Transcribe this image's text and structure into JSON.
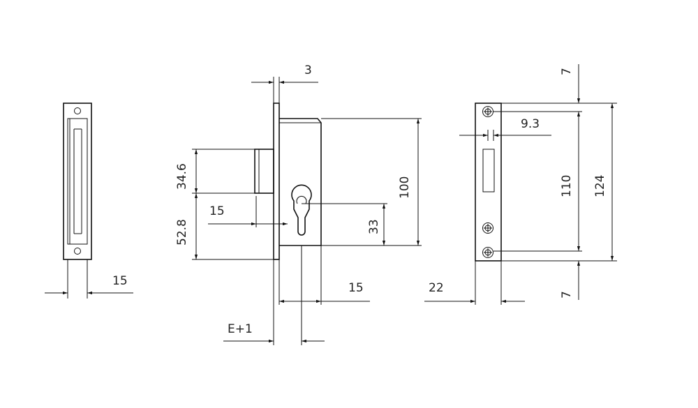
{
  "labels": {
    "left_width": "15",
    "faceplate_thickness": "3",
    "upper_height": "34.6",
    "lower_height": "52.8",
    "cylinder_offset": "15",
    "body_height": "100",
    "cylinder_height": "33",
    "body_depth": "15",
    "backset": "E+1",
    "screw_offset": "9.3",
    "top_margin": "7",
    "screw_spacing": "110",
    "plate_height": "124",
    "bottom_margin": "7",
    "strike_width": "22"
  },
  "colors": {
    "stroke": "#111111",
    "background": "#ffffff"
  }
}
